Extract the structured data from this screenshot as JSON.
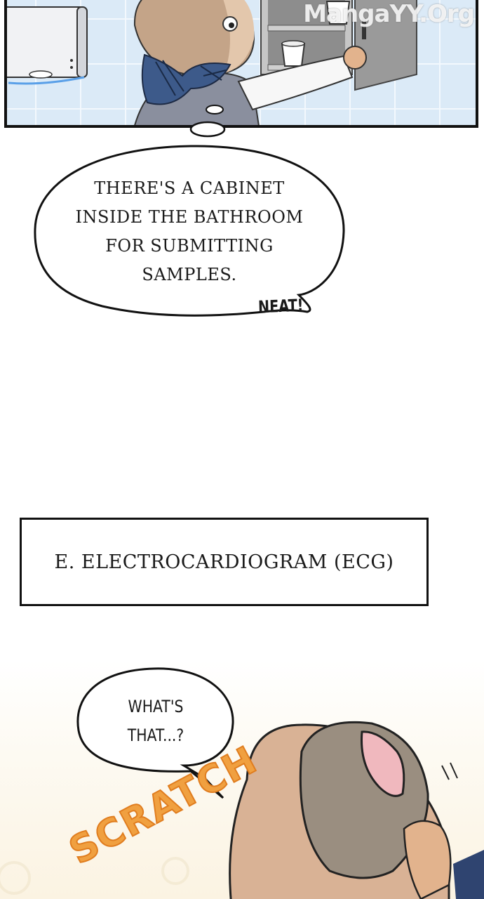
{
  "watermark": "MangaYY.Org",
  "thought_bubble": {
    "lines": [
      "THERE'S A CABINET",
      "INSIDE THE BATHROOM",
      "FOR SUBMITTING",
      "SAMPLES."
    ]
  },
  "sfx_neat": "NEAT!",
  "caption": "E. ELECTROCARDIOGRAM (ECG)",
  "speech_bubble": {
    "lines": [
      "WHAT'S",
      "THAT...?"
    ]
  },
  "sfx_scratch": "SCRATCH",
  "colors": {
    "tile_bg": "#dbeaf7",
    "scratch": "#f0a040",
    "fur_light": "#d9b295",
    "fur_dark": "#9a8e80",
    "ear_pink": "#f0b8be",
    "plaid_blue": "#3d5a8a"
  }
}
